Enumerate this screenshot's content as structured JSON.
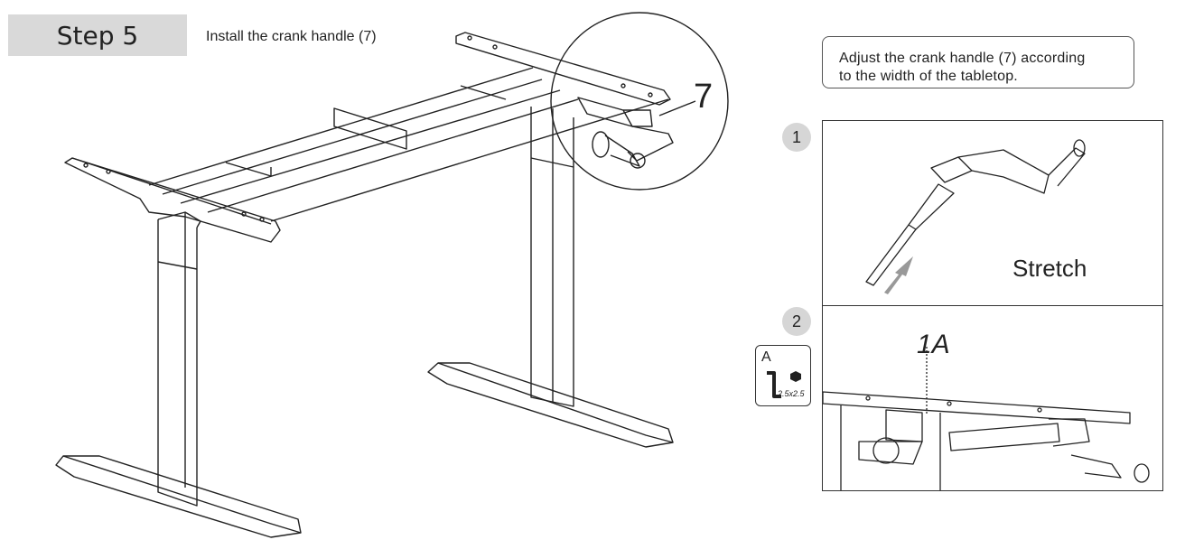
{
  "header": {
    "step_label": "Step 5",
    "instruction": "Install the crank handle (7)"
  },
  "main_figure": {
    "callout_label": "7"
  },
  "note": {
    "text_line1": "Adjust the crank handle (7) according",
    "text_line2": "to the width of the tabletop."
  },
  "panel1": {
    "number": "1",
    "caption": "Stretch"
  },
  "panel2": {
    "number": "2",
    "label": "1A"
  },
  "tool": {
    "letter": "A",
    "size": "2.5x2.5",
    "icon": "hex-key-icon"
  }
}
